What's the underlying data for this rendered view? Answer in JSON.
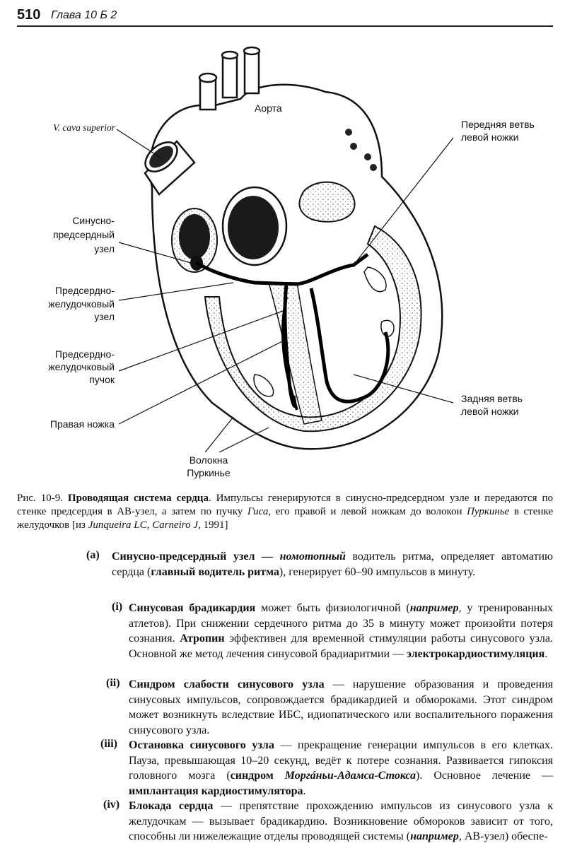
{
  "header": {
    "page_number": "510",
    "chapter": "Глава 10 Б 2"
  },
  "figure": {
    "labels": {
      "aorta": "Аорта",
      "vcava": "V. cava superior",
      "ant1": "Передняя ветвь",
      "ant2": "левой ножки",
      "sa1": "Синусно-",
      "sa2": "предсердный",
      "sa3": "узел",
      "av1": "Предсердно-",
      "av2": "желудочковый",
      "av3": "узел",
      "bu1": "Предсердно-",
      "bu2": "желудочковый",
      "bu3": "пучок",
      "rb": "Правая ножка",
      "pk1": "Волокна",
      "pk2": "Пуркинье",
      "po1": "Задняя ветвь",
      "po2": "левой ножки"
    }
  },
  "caption": {
    "prefix": "Рис. 10-9. ",
    "title": "Проводящая система сердца",
    "t1": ". Импульсы генерируются в синусно-предсердном узле и передаются по стенке предсердия в АВ-узел, а затем по пучку ",
    "gis": "Гиса",
    "t2": ", его правой и левой ножкам до волокон ",
    "purk": "Пуркинье",
    "t3": " в стенке желудочков [из ",
    "src": "Junqueira LC, Carneiro J",
    "t4": ", 1991]"
  },
  "sections": {
    "a": {
      "marker": "(a)",
      "term": "Синусно-предсердный узел —",
      "it": "номотопный",
      "t1": " водитель ритма, определяет автоматию сердца (",
      "b2": "главный водитель ритма",
      "t2": "), генерирует 60–90 импульсов в минуту."
    },
    "i": {
      "marker": "(i)",
      "term": "Синусовая брадикардия",
      "t1": " может быть физиологичной (",
      "it": "например",
      "t2": ", у тренированных атлетов). При снижении сердечного ритма до 35 в минуту может произойти потеря сознания. ",
      "b2": "Атропин",
      "t3": " эффективен для временной стимуляции работы синусового узла. Основной же метод лечения синусовой брадиаритмии — ",
      "b3": "электрокардиостимуляция",
      "t4": "."
    },
    "ii": {
      "marker": "(ii)",
      "term": "Синдром слабости синусового узла",
      "t1": " — нарушение образования и проведения синусовых импульсов, сопровождается брадикардией и обмороками. Этот синдром может возникнуть вследствие ИБС, идиопатического или воспалительного поражения синусового узла."
    },
    "iii": {
      "marker": "(iii)",
      "term": "Остановка синусового узла",
      "t1": " — прекращение генерации импульсов в его клетках. Пауза, превышающая 10–20 секунд, ведёт к потере сознания. Развивается гипоксия головного мозга (",
      "b2": "синдром ",
      "bi": "Моргáньи-Адамса-Стокса",
      "t2": "). Основное лечение — ",
      "b3": "имплантация кардиостимулятора",
      "t3": "."
    },
    "iv": {
      "marker": "(iv)",
      "term": "Блокада сердца",
      "t1": " — препятствие прохождению импульсов из синусового узла к желудочкам — вызывает брадикардию. Возникновение обмороков зависит от того, способны ли нижележащие отделы проводящей системы (",
      "it": "например",
      "t2": ", АВ-узел) обеспе-"
    }
  }
}
